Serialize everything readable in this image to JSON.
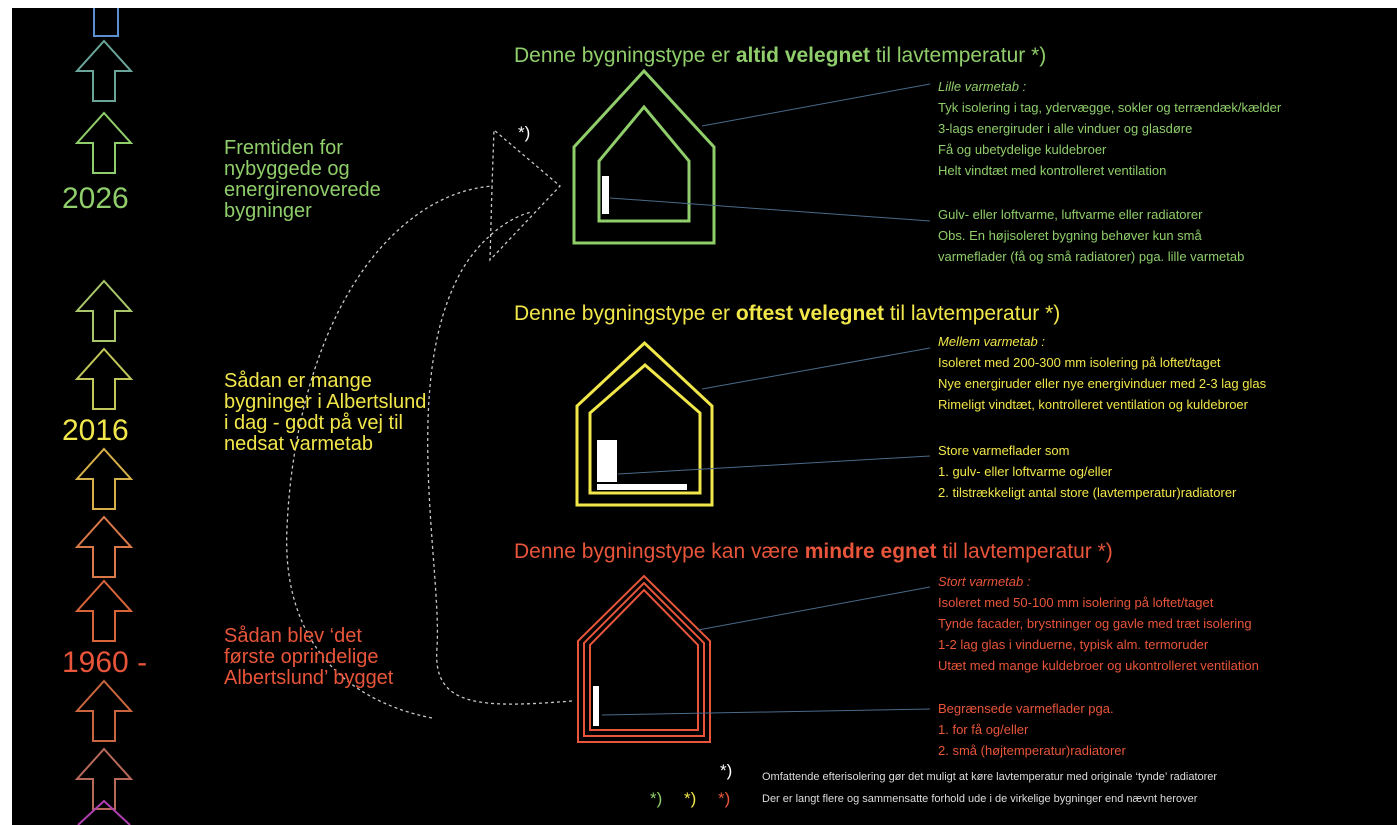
{
  "colors": {
    "background": "#000000",
    "green": "#8fce6a",
    "yellow": "#f2e74a",
    "red": "#e8553a",
    "white": "#ffffff",
    "leader_line": "#4a6a8a",
    "dashed": "#c8c8c8"
  },
  "timeline": {
    "years": [
      {
        "label": "2026",
        "color": "#8fce6a"
      },
      {
        "label": "2016",
        "color": "#f2e74a"
      },
      {
        "label": "1960 -",
        "color": "#e8553a"
      }
    ]
  },
  "eras": [
    {
      "lines": [
        "Fremtiden  for",
        "nybyggede og",
        "energirenoverede",
        "bygninger"
      ],
      "color": "#8fce6a"
    },
    {
      "lines": [
        "Sådan er mange",
        "bygninger i Albertslund",
        "i dag - godt på vej til",
        "nedsat varmetab"
      ],
      "color": "#f2e74a"
    },
    {
      "lines": [
        "Sådan blev ‘det",
        "første oprindelige",
        "Albertslund’ bygget"
      ],
      "color": "#e8553a"
    }
  ],
  "arrow_mark": "*)",
  "buildings": [
    {
      "heading_pre": "Denne bygningstype er ",
      "heading_bold": "altid velegnet",
      "heading_post": " til lavtemperatur  *)",
      "color": "#8fce6a",
      "loss_title": "Lille varmetab :",
      "loss_lines": [
        "Tyk isolering i tag, ydervægge, sokler og terrændæk/kælder",
        "3-lags energiruder i alle vinduer og glasdøre",
        "Få og ubetydelige kuldebroer",
        "Helt vindtæt med kontrolleret ventilation"
      ],
      "heat_lines": [
        "Gulv- eller loftvarme, luftvarme eller radiatorer",
        "Obs.  En højisoleret bygning behøver kun små",
        "varmeflader (få og små radiatorer) pga. lille varmetab"
      ]
    },
    {
      "heading_pre": "Denne bygningstype er ",
      "heading_bold": "oftest velegnet",
      "heading_post": " til lavtemperatur  *)",
      "color": "#f2e74a",
      "loss_title": "Mellem varmetab :",
      "loss_lines": [
        "Isoleret med 200-300 mm isolering på loftet/taget",
        "Nye energiruder eller nye energivinduer med 2-3 lag glas",
        "Rimeligt vindtæt, kontrolleret ventilation og kuldebroer"
      ],
      "heat_lines": [
        "Store varmeflader som",
        "1. gulv- eller loftvarme og/eller",
        "2. tilstrækkeligt antal store (lavtemperatur)radiatorer"
      ]
    },
    {
      "heading_pre": "Denne bygningstype kan være ",
      "heading_bold": "mindre egnet",
      "heading_post": " til lavtemperatur  *)",
      "color": "#e8553a",
      "loss_title": "Stort varmetab :",
      "loss_lines": [
        "Isoleret med 50-100 mm isolering på loftet/taget",
        "Tynde facader, brystninger og gavle med træt isolering",
        "1-2 lag glas i vinduerne, typisk alm. termoruder",
        "Utæt med mange kuldebroer og ukontrolleret ventilation"
      ],
      "heat_lines": [
        "Begrænsede varmeflader pga.",
        "1. for få og/eller",
        "2. små (højtemperatur)radiatorer"
      ]
    }
  ],
  "footnotes": [
    {
      "marks": [
        {
          "text": "*)",
          "color": "#ffffff"
        }
      ],
      "text": "Omfattende efterisolering gør det muligt at køre lavtemperatur med originale ‘tynde’ radiatorer"
    },
    {
      "marks": [
        {
          "text": "*)",
          "color": "#8fce6a"
        },
        {
          "text": "*)",
          "color": "#f2e74a"
        },
        {
          "text": "*)",
          "color": "#e8553a"
        }
      ],
      "text": "Der er langt flere og sammensatte forhold ude i de virkelige bygninger end nævnt herover"
    }
  ]
}
